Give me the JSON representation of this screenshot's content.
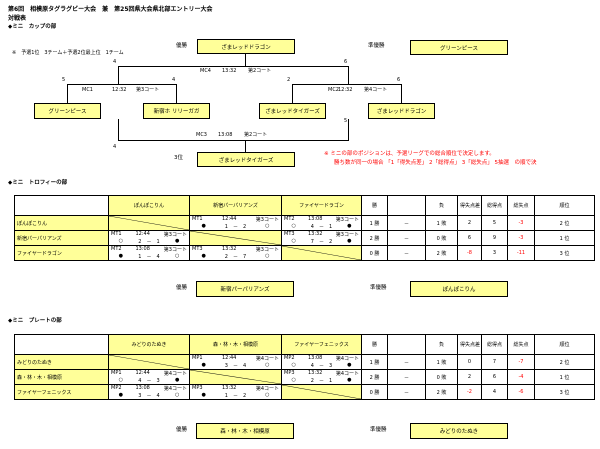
{
  "header": {
    "title": "第6回　相模原タグラグビー大会　兼　第25回県大会県北部エントリー大会",
    "subtitle": "対戦表"
  },
  "cup": {
    "section": "◆ミニ　カップの部",
    "note": "※　予選1位　3チーム＋予選2位最上位　1チーム",
    "champion_label": "優勝",
    "champion": "ざまレッドドラゴン",
    "runner_label": "準優勝",
    "runner": "グリーンピース",
    "third_label": "3位",
    "third": "ざまレッドタイガーズ",
    "mc4": {
      "id": "MC4",
      "time": "13:32",
      "court": "第2コート",
      "left": "4",
      "right": "6"
    },
    "mc1": {
      "id": "MC1",
      "time": "12:32",
      "court": "第3コート",
      "left": "5",
      "right": "4"
    },
    "mc2": {
      "id": "MC2",
      "time": "12:32",
      "court": "第4コート",
      "left": "2",
      "right": "6"
    },
    "mc3": {
      "id": "MC3",
      "time": "13:08",
      "court": "第2コート",
      "left": "4",
      "right": "5"
    },
    "teams": [
      "グリーンピース",
      "新宿ホ リリーガガ",
      "ざまレッドタイガーズ",
      "ざまレッドドラゴン"
    ],
    "remark1": "※ ミニの部のポジションは、予選リーグでの総合順位で決定します。",
    "remark2": "勝ち数が同一の場合 「1「得失点差」 2「総得点」 3「総失点」 5抽選　の順で決"
  },
  "trophy": {
    "section": "◆ミニ　トロフィーの部",
    "headers": [
      "ぽんぽこりん",
      "新宿パーパリアンズ",
      "ファイヤードラゴン",
      "勝",
      "負",
      "得失点差",
      "総得点",
      "総失点",
      "順位"
    ],
    "rows": [
      {
        "team": "ぽんぽこりん",
        "m1": {
          "id": "MT1",
          "time": "12:44",
          "court": "第3コート",
          "left": "●",
          "score": "1　－　2",
          "right": "○"
        },
        "m2": {
          "id": "MT2",
          "time": "13:08",
          "court": "第3コート",
          "left": "○",
          "score": "4　－　1",
          "right": "●"
        },
        "win": "1 勝",
        "dash": "－",
        "lose": "1 敗",
        "diff": "2",
        "pf": "5",
        "pa": "-3",
        "rank": "2 位"
      },
      {
        "team": "新宿パーパリアンズ",
        "m1": {
          "id": "MT1",
          "time": "12:44",
          "court": "第3コート",
          "left": "○",
          "score": "2　－　1",
          "right": "●"
        },
        "m2": {
          "id": "MT3",
          "time": "13:32",
          "court": "第3コート",
          "left": "○",
          "score": "7　－　2",
          "right": "●"
        },
        "win": "2 勝",
        "dash": "－",
        "lose": "0 敗",
        "diff": "6",
        "pf": "9",
        "pa": "-3",
        "rank": "1 位"
      },
      {
        "team": "ファイヤードラゴン",
        "m1": {
          "id": "MT2",
          "time": "13:08",
          "court": "第3コート",
          "left": "●",
          "score": "1　－　4",
          "right": "○"
        },
        "m2": {
          "id": "MT3",
          "time": "13:32",
          "court": "第3コート",
          "left": "●",
          "score": "2　－　7",
          "right": "○"
        },
        "win": "0 勝",
        "dash": "－",
        "lose": "2 敗",
        "diff": "-8",
        "pf": "3",
        "pa": "-11",
        "rank": "3 位"
      }
    ],
    "champion_label": "優勝",
    "champion": "新宿パーパリアンズ",
    "runner_label": "準優勝",
    "runner": "ぽんぽこりん"
  },
  "plate": {
    "section": "◆ミニ　プレートの部",
    "headers": [
      "みどりのたぬき",
      "森・林・木・相模原",
      "ファイヤーフェニックス",
      "勝",
      "負",
      "得失点差",
      "総得点",
      "総失点",
      "順位"
    ],
    "rows": [
      {
        "team": "みどりのたぬき",
        "m1": {
          "id": "MP1",
          "time": "12:44",
          "court": "第4コート",
          "left": "●",
          "score": "3　－　4",
          "right": "○"
        },
        "m2": {
          "id": "MP2",
          "time": "13:08",
          "court": "第4コート",
          "left": "○",
          "score": "4　－　3",
          "right": "●"
        },
        "win": "1 勝",
        "dash": "－",
        "lose": "1 敗",
        "diff": "0",
        "pf": "7",
        "pa": "-7",
        "rank": "2 位"
      },
      {
        "team": "森・林・木・相模原",
        "m1": {
          "id": "MP1",
          "time": "12:44",
          "court": "第4コート",
          "left": "○",
          "score": "4　－　3",
          "right": "●"
        },
        "m2": {
          "id": "MP3",
          "time": "13:32",
          "court": "第4コート",
          "left": "○",
          "score": "2　－　1",
          "right": "●"
        },
        "win": "2 勝",
        "dash": "－",
        "lose": "0 敗",
        "diff": "2",
        "pf": "6",
        "pa": "-4",
        "rank": "1 位"
      },
      {
        "team": "ファイヤーフェニックス",
        "m1": {
          "id": "MP2",
          "time": "13:08",
          "court": "第4コート",
          "left": "●",
          "score": "3　－　4",
          "right": "○"
        },
        "m2": {
          "id": "MP3",
          "time": "13:32",
          "court": "第4コート",
          "left": "●",
          "score": "1　－　2",
          "right": "○"
        },
        "win": "0 勝",
        "dash": "－",
        "lose": "2 敗",
        "diff": "-2",
        "pf": "4",
        "pa": "-6",
        "rank": "3 位"
      }
    ],
    "champion_label": "優勝",
    "champion": "森・林・木・相模原",
    "runner_label": "準優勝",
    "runner": "みどりのたぬき"
  }
}
